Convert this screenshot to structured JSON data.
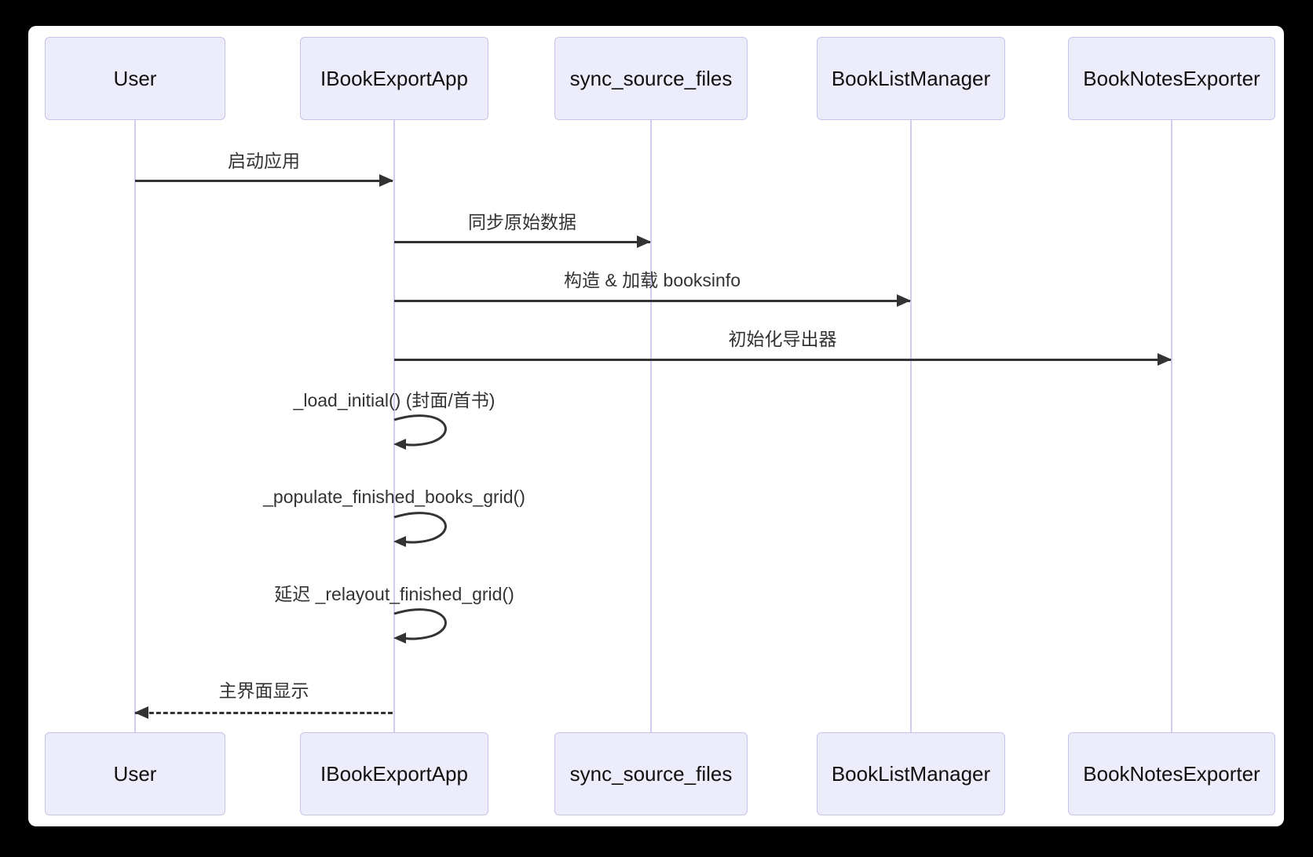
{
  "diagram": {
    "type": "sequence-diagram",
    "participants": [
      {
        "id": "user",
        "label": "User"
      },
      {
        "id": "ibookexportapp",
        "label": "IBookExportApp"
      },
      {
        "id": "sync_source_files",
        "label": "sync_source_files"
      },
      {
        "id": "booklistmanager",
        "label": "BookListManager"
      },
      {
        "id": "booknotesexporter",
        "label": "BookNotesExporter"
      }
    ],
    "messages": [
      {
        "from": "User",
        "to": "IBookExportApp",
        "label": "启动应用",
        "style": "solid"
      },
      {
        "from": "IBookExportApp",
        "to": "sync_source_files",
        "label": "同步原始数据",
        "style": "solid"
      },
      {
        "from": "IBookExportApp",
        "to": "BookListManager",
        "label": "构造 & 加载 booksinfo",
        "style": "solid"
      },
      {
        "from": "IBookExportApp",
        "to": "BookNotesExporter",
        "label": "初始化导出器",
        "style": "solid"
      },
      {
        "from": "IBookExportApp",
        "to": "IBookExportApp",
        "label": "_load_initial() (封面/首书)",
        "style": "self"
      },
      {
        "from": "IBookExportApp",
        "to": "IBookExportApp",
        "label": "_populate_finished_books_grid()",
        "style": "self"
      },
      {
        "from": "IBookExportApp",
        "to": "IBookExportApp",
        "label": "延迟 _relayout_finished_grid()",
        "style": "self"
      },
      {
        "from": "IBookExportApp",
        "to": "User",
        "label": "主界面显示",
        "style": "dashed"
      }
    ],
    "colors": {
      "page_bg": "#000000",
      "canvas_bg": "#ffffff",
      "box_fill": "#ececfa",
      "box_border": "#c7c4e9",
      "lifeline": "#d2cdf0",
      "arrow": "#333333",
      "text": "#333333"
    }
  }
}
